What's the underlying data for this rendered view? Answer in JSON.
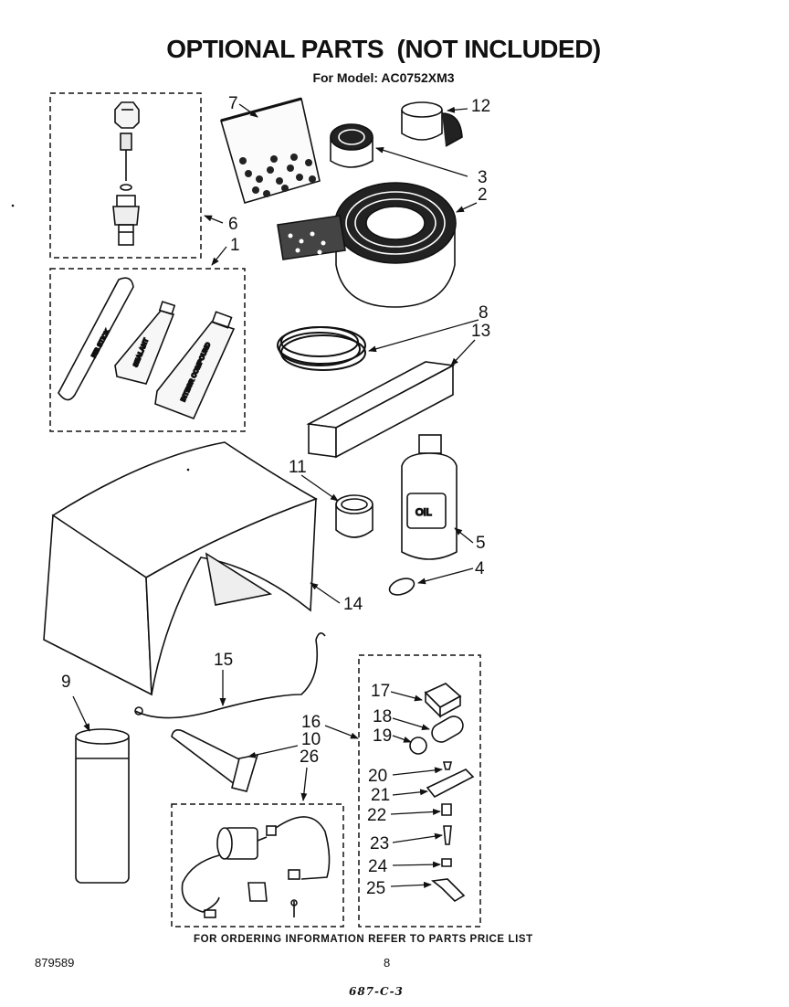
{
  "header": {
    "title": "OPTIONAL PARTS  (NOT INCLUDED)",
    "model": "For Model: AC0752XM3"
  },
  "callouts": {
    "c1": "1",
    "c2": "2",
    "c3": "3",
    "c4": "4",
    "c5": "5",
    "c6": "6",
    "c7": "7",
    "c8": "8",
    "c9": "9",
    "c10": "10",
    "c11": "11",
    "c12": "12",
    "c13": "13",
    "c14": "14",
    "c15": "15",
    "c16": "16",
    "c17": "17",
    "c18": "18",
    "c19": "19",
    "c20": "20",
    "c21": "21",
    "c22": "22",
    "c23": "23",
    "c24": "24",
    "c25": "25",
    "c26": "26"
  },
  "labels": {
    "stick": "FIB STICK",
    "tube_a": "SEALANT",
    "tube_b": "INTEGR COMPOUND",
    "oil": "OIL"
  },
  "footer": {
    "ordering": "FOR ORDERING INFORMATION REFER TO PARTS PRICE LIST",
    "doc_number": "879589",
    "page": "8",
    "handwritten": "687-C-3"
  }
}
